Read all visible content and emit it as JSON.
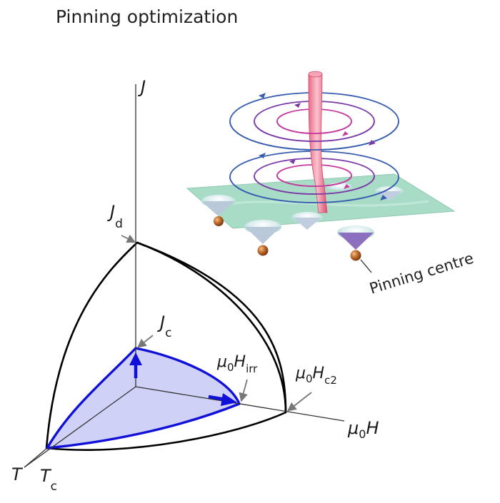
{
  "title": "Pinning optimization",
  "axes": {
    "vertical": "J",
    "right_main": "μ",
    "right_sub": "0",
    "right_tail": "H",
    "left": "T"
  },
  "labels": {
    "jd_main": "J",
    "jd_sub": "d",
    "jc_main": "J",
    "jc_sub": "c",
    "tc_main": "T",
    "tc_sub": "c",
    "hirr_mu": "μ",
    "hirr_0": "0",
    "hirr_H": "H",
    "hirr_sub": "irr",
    "hc2_mu": "μ",
    "hc2_0": "0",
    "hc2_H": "H",
    "hc2_sub": "c2"
  },
  "annotation": "Pinning centre",
  "colors": {
    "outer_surface": "#000000",
    "inner_surface": "#1010d8",
    "inner_fill": "#cfd2f6",
    "vortex": "#f08aa2",
    "film": "#a9dcc6",
    "current_blue": "#3a5fb0",
    "current_purple": "#7a3aa8",
    "current_pink": "#c43a9e",
    "pinning_ball": "#c06a2a"
  }
}
